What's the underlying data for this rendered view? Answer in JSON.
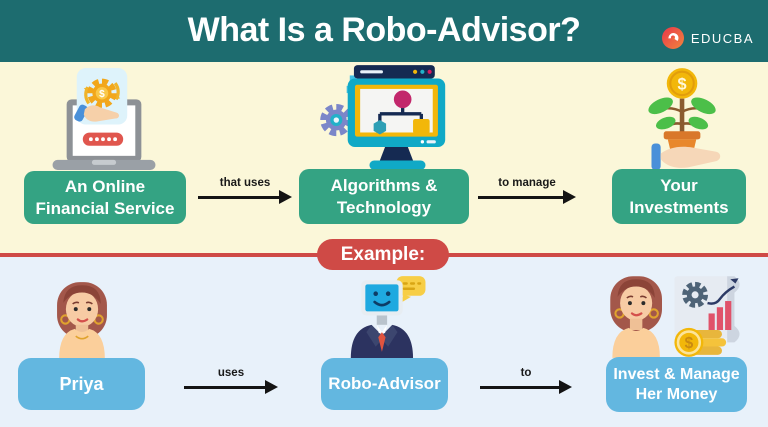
{
  "header": {
    "title": "What Is a Robo-Advisor?",
    "brand": "EDUCBA"
  },
  "palette": {
    "header_bg": "#1d6c6f",
    "top_bg": "#fbf7d9",
    "bottom_bg": "#e8f1fa",
    "green_box": "#34a383",
    "blue_box": "#63b7e0",
    "red_accent": "#cf4a46",
    "arrow": "#141414",
    "gold": "#f2b70a",
    "navy": "#1a2c56"
  },
  "top_flow": {
    "items": [
      {
        "icon": "online-service-laptop-icon",
        "line1": "An Online",
        "line2": "Financial Service"
      },
      {
        "icon": "algorithms-monitor-icon",
        "line1": "Algorithms &",
        "line2": "Technology"
      },
      {
        "icon": "investment-plant-icon",
        "line1": "Your",
        "line2": "Investments"
      }
    ],
    "connector1": "that uses",
    "connector2": "to manage"
  },
  "example_banner": "Example:",
  "bottom_flow": {
    "items": [
      {
        "icon": "woman-priya-icon",
        "line1": "Priya",
        "line2": ""
      },
      {
        "icon": "robo-advisor-icon",
        "line1": "Robo-Advisor",
        "line2": ""
      },
      {
        "icon": "woman-invest-icon",
        "line1": "Invest & Manage",
        "line2": "Her Money"
      }
    ],
    "connector1": "uses",
    "connector2": "to"
  },
  "glyphs": {
    "dollar": "$"
  }
}
